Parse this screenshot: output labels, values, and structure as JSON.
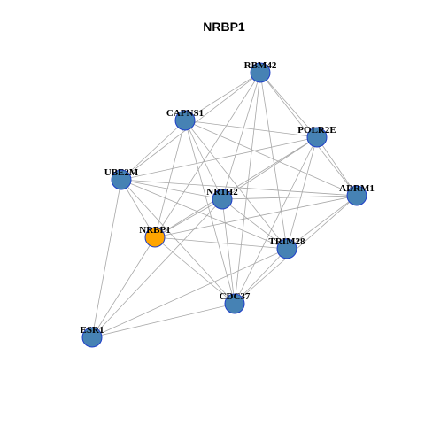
{
  "title": "NRBP1",
  "colors": {
    "node_default": "#4682b4",
    "node_highlight": "#ffa500",
    "node_border": "#1f3fc8",
    "edge": "#a8a8a8"
  },
  "nodes": [
    {
      "id": "RBM42",
      "label": "RBM42",
      "highlight": false
    },
    {
      "id": "CAPNS1",
      "label": "CAPNS1",
      "highlight": false
    },
    {
      "id": "POLR2E",
      "label": "POLR2E",
      "highlight": false
    },
    {
      "id": "UBE2M",
      "label": "UBE2M",
      "highlight": false
    },
    {
      "id": "NR1H2",
      "label": "NR1H2",
      "highlight": false
    },
    {
      "id": "ADRM1",
      "label": "ADRM1",
      "highlight": false
    },
    {
      "id": "NRBP1",
      "label": "NRBP1",
      "highlight": true
    },
    {
      "id": "TRIM28",
      "label": "TRIM28",
      "highlight": false
    },
    {
      "id": "CDC37",
      "label": "CDC37",
      "highlight": false
    },
    {
      "id": "ESR1",
      "label": "ESR1",
      "highlight": false
    }
  ],
  "edges": [
    [
      "RBM42",
      "CAPNS1"
    ],
    [
      "RBM42",
      "POLR2E"
    ],
    [
      "RBM42",
      "UBE2M"
    ],
    [
      "RBM42",
      "NR1H2"
    ],
    [
      "RBM42",
      "ADRM1"
    ],
    [
      "RBM42",
      "NRBP1"
    ],
    [
      "RBM42",
      "TRIM28"
    ],
    [
      "RBM42",
      "CDC37"
    ],
    [
      "CAPNS1",
      "POLR2E"
    ],
    [
      "CAPNS1",
      "UBE2M"
    ],
    [
      "CAPNS1",
      "NR1H2"
    ],
    [
      "CAPNS1",
      "ADRM1"
    ],
    [
      "CAPNS1",
      "NRBP1"
    ],
    [
      "CAPNS1",
      "TRIM28"
    ],
    [
      "CAPNS1",
      "CDC37"
    ],
    [
      "POLR2E",
      "UBE2M"
    ],
    [
      "POLR2E",
      "NR1H2"
    ],
    [
      "POLR2E",
      "ADRM1"
    ],
    [
      "POLR2E",
      "NRBP1"
    ],
    [
      "POLR2E",
      "TRIM28"
    ],
    [
      "POLR2E",
      "CDC37"
    ],
    [
      "UBE2M",
      "NR1H2"
    ],
    [
      "UBE2M",
      "ADRM1"
    ],
    [
      "UBE2M",
      "NRBP1"
    ],
    [
      "UBE2M",
      "TRIM28"
    ],
    [
      "UBE2M",
      "CDC37"
    ],
    [
      "UBE2M",
      "ESR1"
    ],
    [
      "NR1H2",
      "ADRM1"
    ],
    [
      "NR1H2",
      "NRBP1"
    ],
    [
      "NR1H2",
      "TRIM28"
    ],
    [
      "NR1H2",
      "CDC37"
    ],
    [
      "NR1H2",
      "ESR1"
    ],
    [
      "ADRM1",
      "NRBP1"
    ],
    [
      "ADRM1",
      "TRIM28"
    ],
    [
      "ADRM1",
      "CDC37"
    ],
    [
      "NRBP1",
      "TRIM28"
    ],
    [
      "NRBP1",
      "CDC37"
    ],
    [
      "NRBP1",
      "ESR1"
    ],
    [
      "TRIM28",
      "CDC37"
    ],
    [
      "TRIM28",
      "ESR1"
    ],
    [
      "CDC37",
      "ESR1"
    ]
  ]
}
